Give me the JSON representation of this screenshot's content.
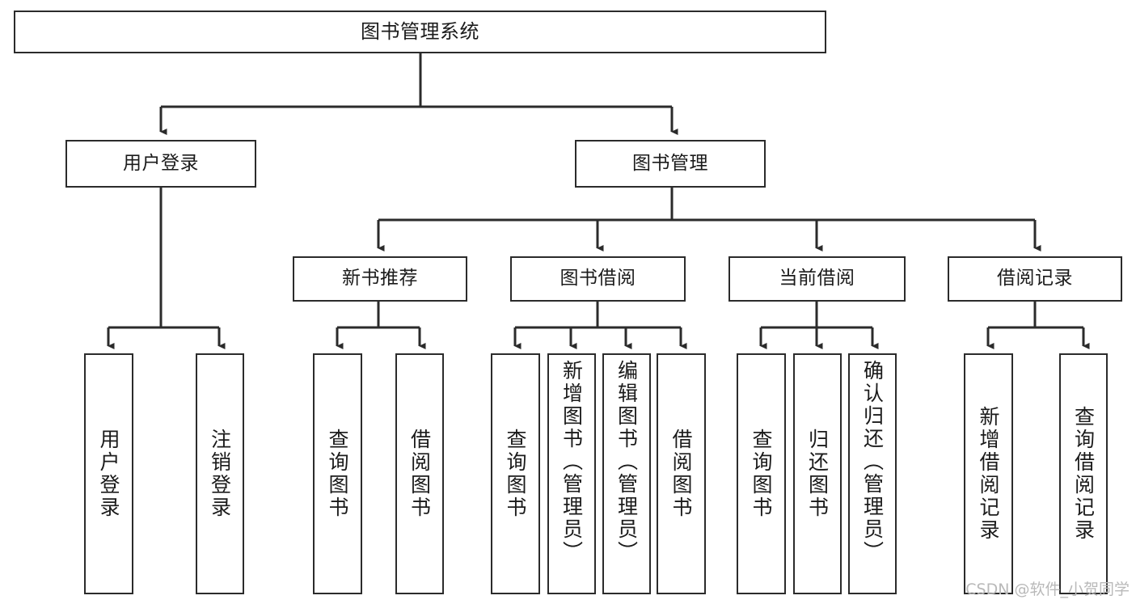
{
  "diagram": {
    "title": "图书管理系统",
    "type": "hierarchy-tree",
    "line_color": "#2b2b2b",
    "box_fill": "#ffffff",
    "text_color": "#1b1b1b",
    "levels": {
      "root": {
        "label": "图书管理系统"
      },
      "level2": [
        {
          "label": "用户登录"
        },
        {
          "label": "图书管理"
        }
      ],
      "level3": [
        {
          "label": "新书推荐"
        },
        {
          "label": "图书借阅"
        },
        {
          "label": "当前借阅"
        },
        {
          "label": "借阅记录"
        }
      ],
      "leaves": [
        {
          "label": "用户登录",
          "parent": "用户登录"
        },
        {
          "label": "注销登录",
          "parent": "用户登录"
        },
        {
          "label": "查询图书",
          "parent": "新书推荐"
        },
        {
          "label": "借阅图书",
          "parent": "新书推荐"
        },
        {
          "label": "查询图书",
          "parent": "图书借阅"
        },
        {
          "label": "新增图书（管理员）",
          "parent": "图书借阅"
        },
        {
          "label": "编辑图书（管理员）",
          "parent": "图书借阅"
        },
        {
          "label": "借阅图书",
          "parent": "图书借阅"
        },
        {
          "label": "查询图书",
          "parent": "当前借阅"
        },
        {
          "label": "归还图书",
          "parent": "当前借阅"
        },
        {
          "label": "确认归还（管理员）",
          "parent": "当前借阅"
        },
        {
          "label": "新增借阅记录",
          "parent": "借阅记录"
        },
        {
          "label": "查询借阅记录",
          "parent": "借阅记录"
        }
      ]
    }
  },
  "watermark": {
    "text": "CSDN @软件_小贺同学"
  }
}
